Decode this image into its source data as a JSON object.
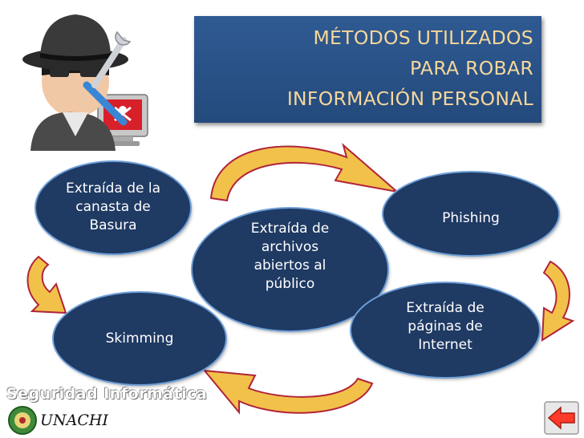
{
  "title": {
    "line1": "MÉTODOS UTILIZADOS",
    "line2": "PARA ROBAR",
    "line3": "INFORMACIÓN PERSONAL"
  },
  "nodes": {
    "basura": [
      "Extraída de la",
      "canasta de",
      "Basura"
    ],
    "phishing": [
      "Phishing"
    ],
    "archivos": [
      "Extraída de",
      "archivos",
      "abiertos al",
      "público"
    ],
    "skimming": [
      "Skimming"
    ],
    "internet": [
      "Extraída de",
      "páginas  de",
      "Internet"
    ]
  },
  "footer": {
    "logo_text": "Seguridad Informática",
    "institution": "UNACHI"
  },
  "icons": {
    "illustration": "hacker-icon",
    "back": "back-arrow-icon",
    "seal": "seal-icon"
  },
  "colors": {
    "banner": "#2a5289",
    "title_text": "#f7d79a",
    "node_fill": "#1f3a63",
    "node_outline": "#6fa0d8",
    "arrow_fill": "#f2c14a",
    "arrow_stroke": "#b0243a",
    "back_button": "#ff3a2a"
  }
}
